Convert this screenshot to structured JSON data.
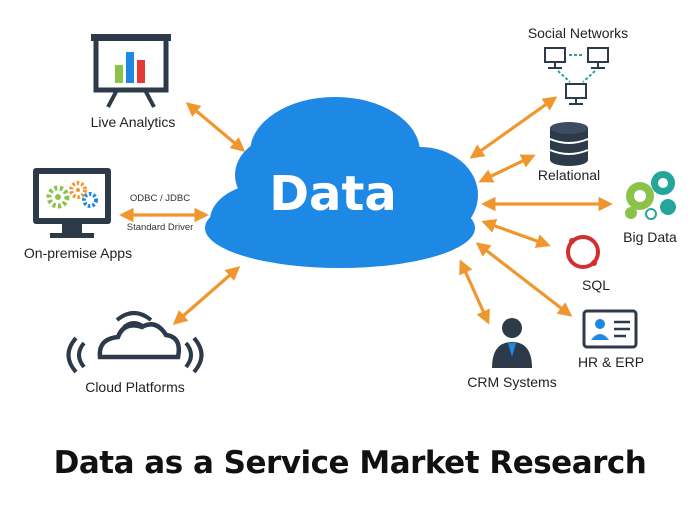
{
  "diagram": {
    "center": "Data",
    "nodes": {
      "live_analytics": "Live Analytics",
      "on_premise_apps": "On-premise Apps",
      "driver_line1": "ODBC / JDBC",
      "driver_line2": "Standard Driver",
      "cloud_platforms": "Cloud Platforms",
      "social_networks": "Social Networks",
      "relational": "Relational",
      "big_data": "Big Data",
      "sql": "SQL",
      "hr_erp": "HR & ERP",
      "crm_systems": "CRM Systems"
    }
  },
  "caption": "Data as a Service Market Research",
  "colors": {
    "cloud": "#1e88e5",
    "arrow": "#f0962e",
    "icon_dark": "#2d3a4a",
    "green": "#8bc34a",
    "teal": "#26a69a",
    "red": "#d32f2f"
  }
}
